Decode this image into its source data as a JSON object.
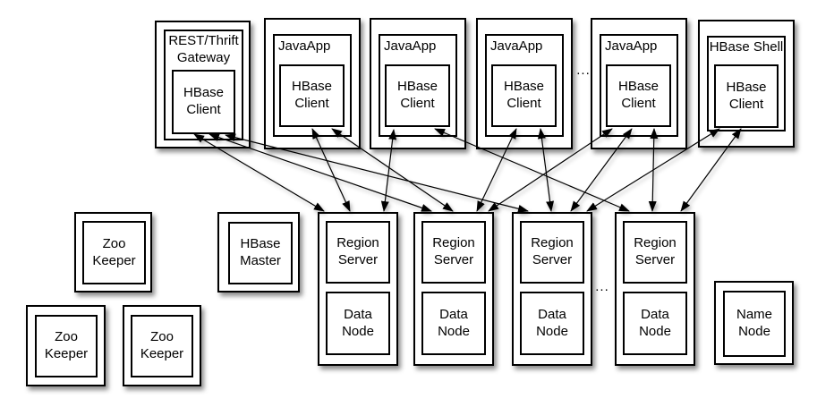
{
  "clients": [
    {
      "id": "rest-thrift-gateway",
      "title": "REST/Thrift Gateway",
      "child": "HBase Client"
    },
    {
      "id": "javaapp-1",
      "title": "JavaApp",
      "child": "HBase Client"
    },
    {
      "id": "javaapp-2",
      "title": "JavaApp",
      "child": "HBase Client"
    },
    {
      "id": "javaapp-3",
      "title": "JavaApp",
      "child": "HBase Client"
    },
    {
      "id": "javaapp-4",
      "title": "JavaApp",
      "child": "HBase Client"
    },
    {
      "id": "hbase-shell",
      "title": "HBase Shell",
      "child": "HBase Client"
    }
  ],
  "servers": [
    {
      "id": "region-server-1",
      "top": "Region Server",
      "bottom": "Data Node"
    },
    {
      "id": "region-server-2",
      "top": "Region Server",
      "bottom": "Data Node"
    },
    {
      "id": "region-server-3",
      "top": "Region Server",
      "bottom": "Data Node"
    },
    {
      "id": "region-server-4",
      "top": "Region Server",
      "bottom": "Data Node"
    }
  ],
  "others": [
    {
      "id": "zookeeper-1",
      "label": "Zoo Keeper"
    },
    {
      "id": "zookeeper-2",
      "label": "Zoo Keeper"
    },
    {
      "id": "zookeeper-3",
      "label": "Zoo Keeper"
    },
    {
      "id": "hbase-master",
      "label": "HBase Master"
    },
    {
      "id": "name-node",
      "label": "Name Node"
    }
  ],
  "ellipsis_top": "...",
  "ellipsis_bottom": "...",
  "colors": {
    "border": "#000000",
    "background": "#ffffff",
    "arrow": "#000000",
    "text": "#000000"
  },
  "edges": [
    {
      "from": "rest-thrift-gateway",
      "to": "region-server-1",
      "line": [
        217,
        150,
        362,
        236
      ]
    },
    {
      "from": "rest-thrift-gateway",
      "to": "region-server-2",
      "line": [
        234,
        150,
        482,
        236
      ]
    },
    {
      "from": "rest-thrift-gateway",
      "to": "region-server-3",
      "line": [
        252,
        151,
        590,
        236
      ]
    },
    {
      "from": "javaapp-1",
      "to": "region-server-1",
      "line": [
        349,
        144,
        391,
        236
      ]
    },
    {
      "from": "javaapp-1",
      "to": "region-server-2",
      "line": [
        371,
        144,
        506,
        236
      ]
    },
    {
      "from": "javaapp-2",
      "to": "region-server-1",
      "line": [
        440,
        145,
        429,
        236
      ]
    },
    {
      "from": "javaapp-2",
      "to": "region-server-4",
      "line": [
        486,
        144,
        703,
        236
      ]
    },
    {
      "from": "javaapp-3",
      "to": "region-server-2",
      "line": [
        577,
        144,
        533,
        236
      ]
    },
    {
      "from": "javaapp-3",
      "to": "region-server-3",
      "line": [
        604,
        144,
        616,
        236
      ]
    },
    {
      "from": "javaapp-4",
      "to": "region-server-2",
      "line": [
        684,
        144,
        546,
        236
      ]
    },
    {
      "from": "javaapp-4",
      "to": "region-server-3",
      "line": [
        706,
        144,
        638,
        236
      ]
    },
    {
      "from": "javaapp-4",
      "to": "region-server-4",
      "line": [
        731,
        144,
        729,
        236
      ]
    },
    {
      "from": "hbase-shell",
      "to": "region-server-3",
      "line": [
        804,
        144,
        656,
        236
      ]
    },
    {
      "from": "hbase-shell",
      "to": "region-server-4",
      "line": [
        828,
        144,
        761,
        236
      ]
    }
  ]
}
